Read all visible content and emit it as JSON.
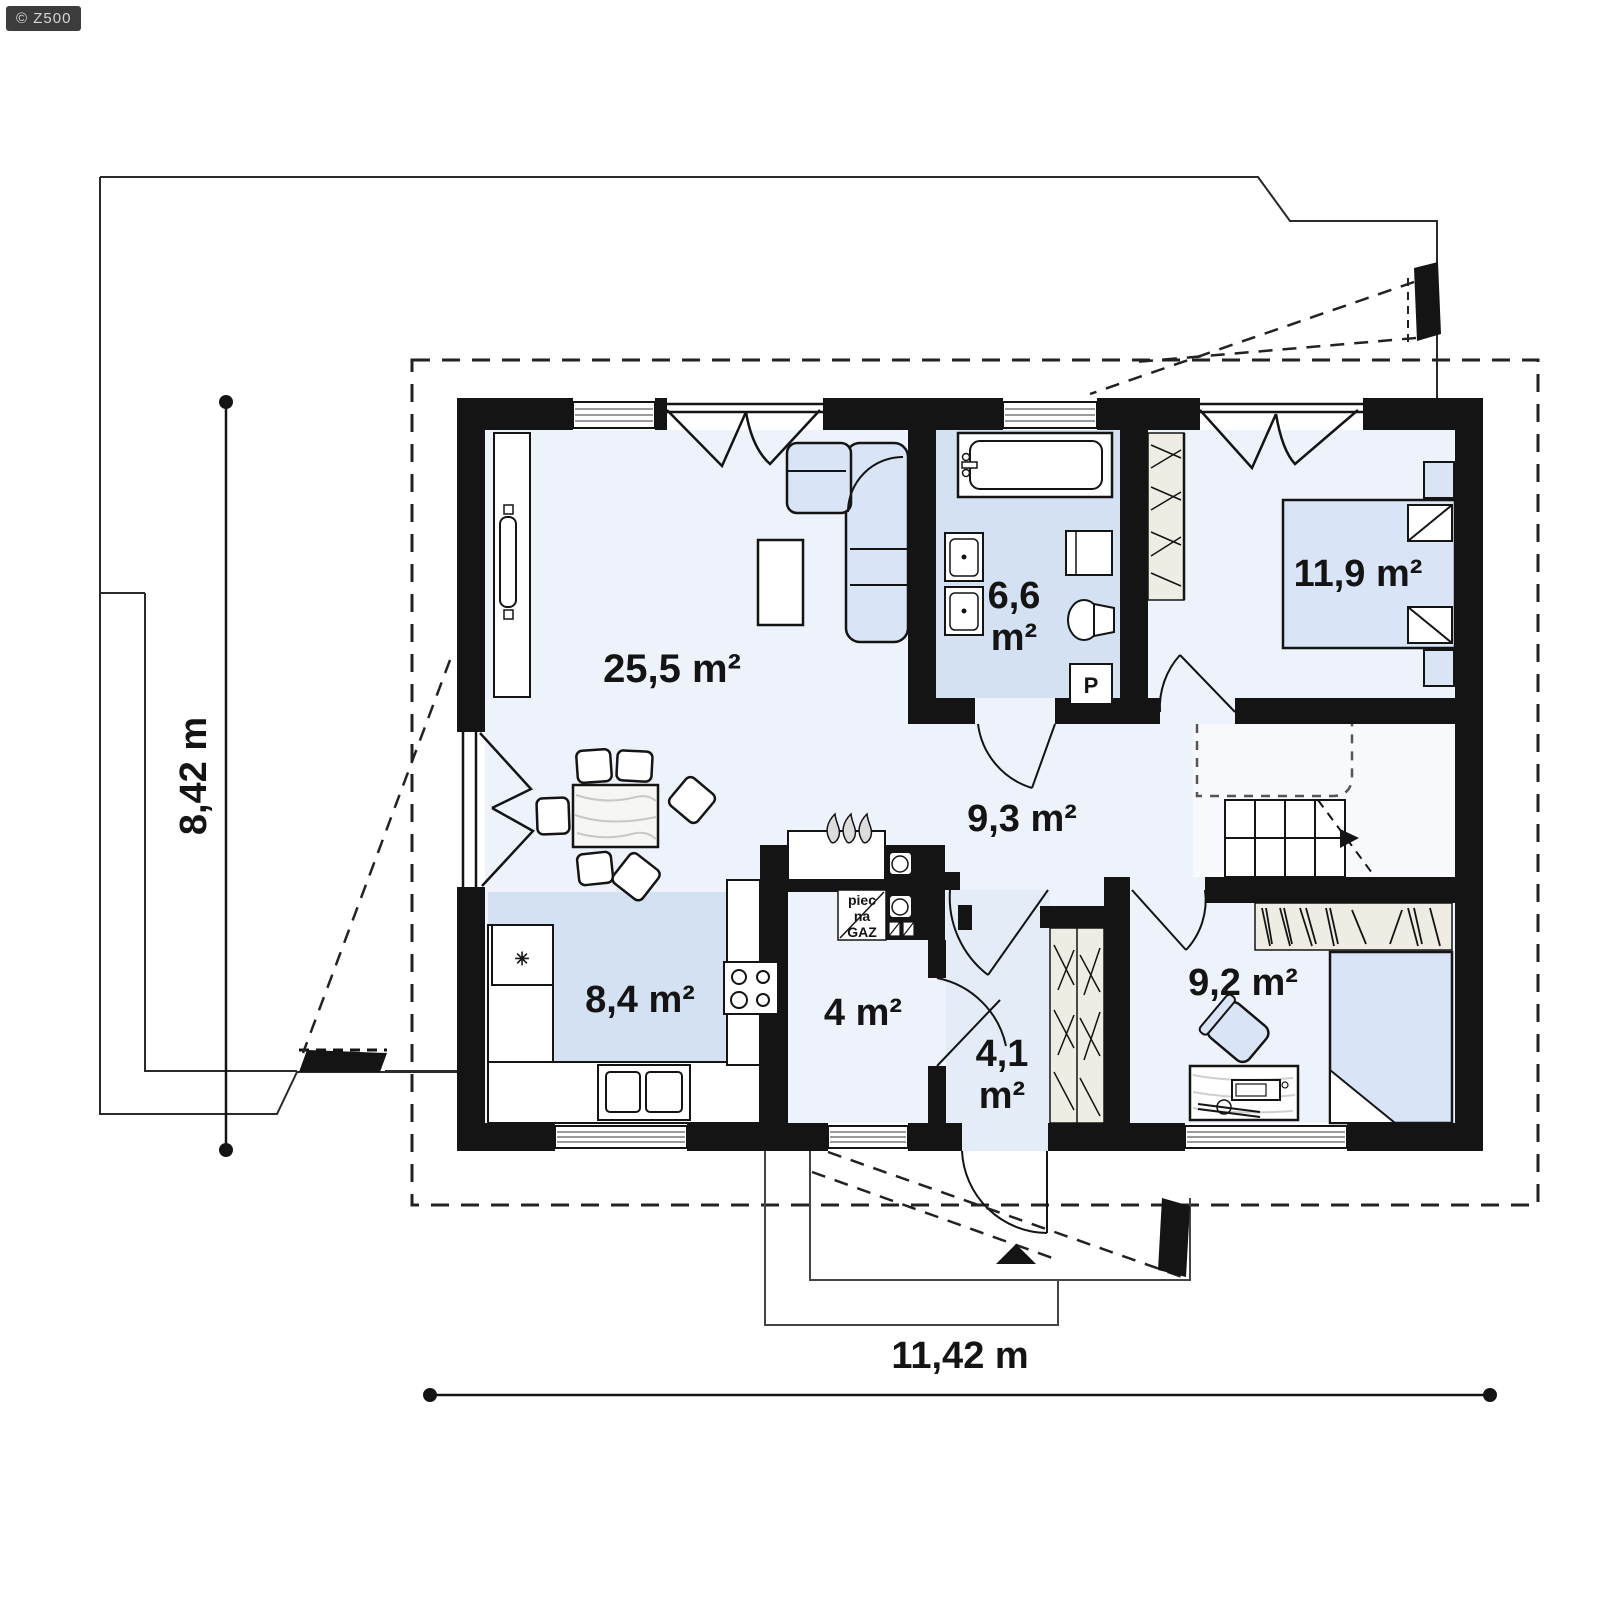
{
  "watermark": "© Z500",
  "plan": {
    "rooms": [
      {
        "id": "living-dining",
        "area_label": "25,5 m²"
      },
      {
        "id": "bathroom",
        "area_value": "6,6",
        "area_unit": "m²"
      },
      {
        "id": "bedroom",
        "area_label": "11,9 m²"
      },
      {
        "id": "hall",
        "area_label": "9,3 m²"
      },
      {
        "id": "kitchen",
        "area_label": "8,4 m²"
      },
      {
        "id": "boiler-room",
        "area_label": "4 m²"
      },
      {
        "id": "entry",
        "area_value": "4,1",
        "area_unit": "m²"
      },
      {
        "id": "office",
        "area_label": "9,2 m²"
      }
    ],
    "annotations": {
      "gas_furnace_line1": "piec",
      "gas_furnace_line2": "na",
      "gas_furnace_line3": "GAZ",
      "shaft": "P"
    },
    "dimensions": {
      "overall_width": "11,42 m",
      "overall_depth": "8,42 m"
    },
    "colors": {
      "wall": "#141414",
      "floor": "#eef2fb",
      "zone_blue": "#d3e1f3",
      "furniture_blue": "#d9e5f6",
      "hatch_beige": "#efece3",
      "stairs_floor": "#f7f9fc",
      "entry_floor": "#e4ecf8",
      "badge_bg": "#3c3c3c",
      "badge_text": "#d5d5d5"
    }
  }
}
